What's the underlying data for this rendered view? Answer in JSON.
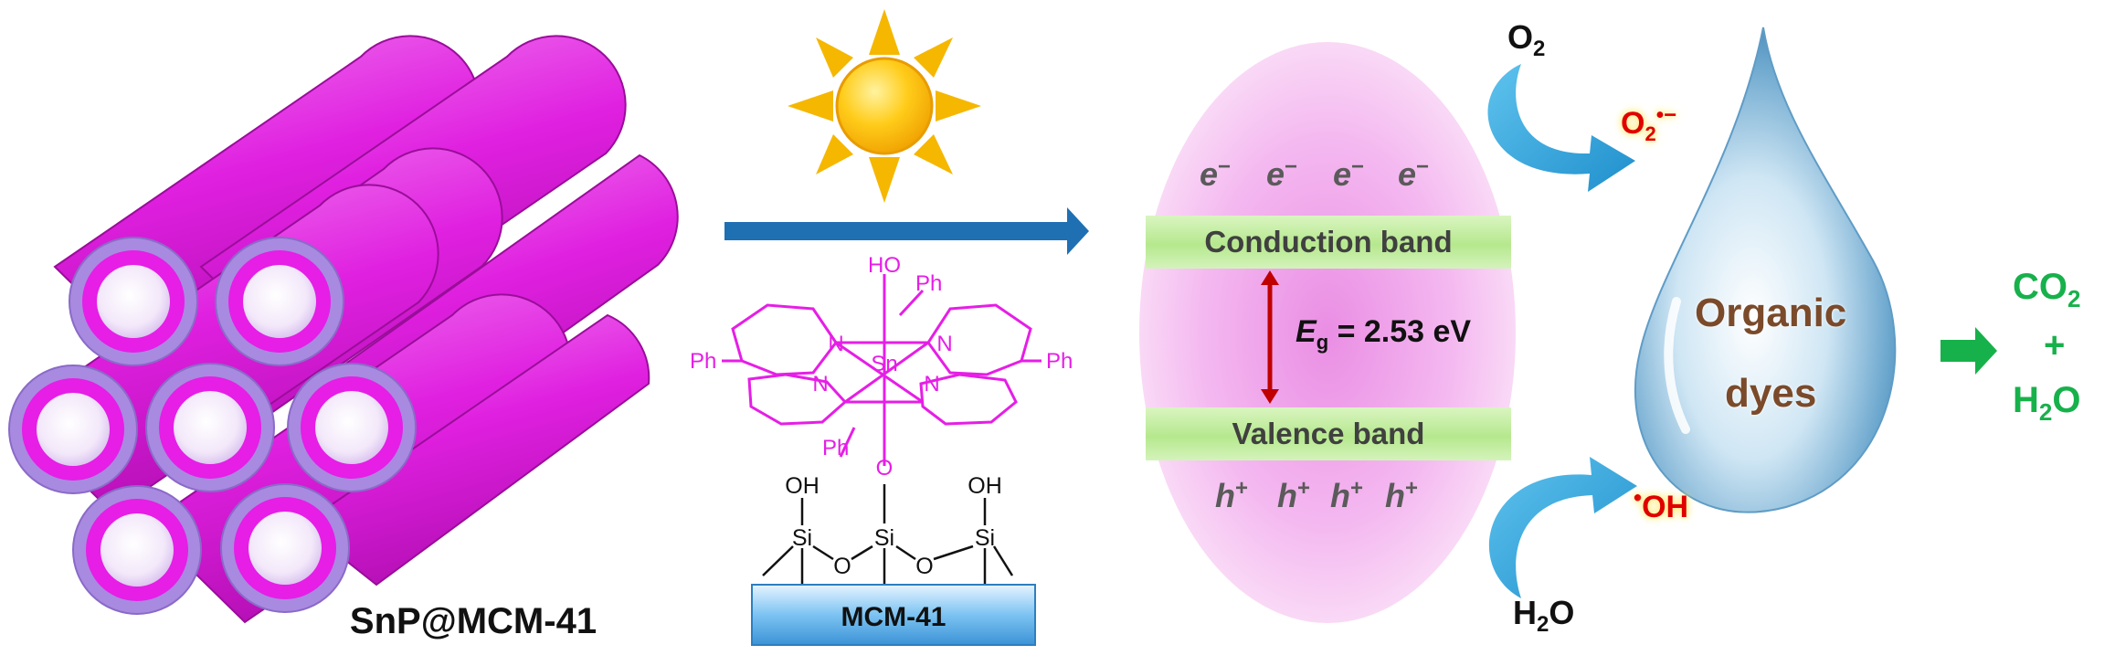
{
  "material_label": "SnP@MCM-41",
  "support_label": "MCM-41",
  "molecule": {
    "axial_top": "HO",
    "axial_bottom": "O",
    "metal": "Sn",
    "nitrogen": "N",
    "phenyl": "Ph",
    "silanol": "OH",
    "silicon": "Si",
    "bridge_oxygen": "O"
  },
  "bands": {
    "conduction": "Conduction band",
    "valence": "Valence band",
    "gap_symbol": "E",
    "gap_subscript": "g",
    "gap_value": "= 2.53 eV"
  },
  "carriers": {
    "electron": "e",
    "electron_charge": "−",
    "hole": "h",
    "hole_charge": "+"
  },
  "species": {
    "o2_base": "O",
    "o2_sub": "2",
    "superoxide_base": "O",
    "superoxide_sub": "2",
    "superoxide_sup": "•−",
    "h2o_base": "H",
    "h2o_sub": "2",
    "h2o_tail": "O",
    "hydroxyl_dot": "•",
    "hydroxyl": "OH"
  },
  "droplet": {
    "line1": "Organic",
    "line2": "dyes"
  },
  "products": {
    "co2_base": "CO",
    "co2_sub": "2",
    "plus": "+",
    "h2o_base": "H",
    "h2o_sub": "2",
    "h2o_tail": "O"
  },
  "colors": {
    "magenta": "#e61ee6",
    "arrow_blue": "#1f6fb3",
    "gap_arrow": "#c00000",
    "radical_red": "#e00000",
    "product_green": "#17b14b",
    "band_green": "#b6e88e",
    "ellipse_pink": "#f2b3ee"
  }
}
